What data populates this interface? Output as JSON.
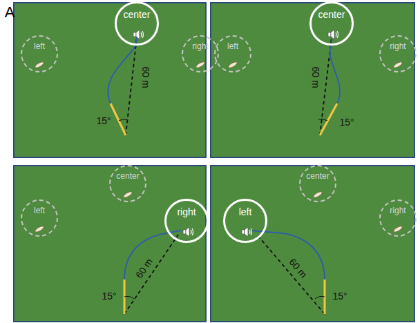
{
  "diagram": {
    "nodes": [
      {
        "text": [
          "left"
        ]
      },
      {
        "text": [
          "center"
        ]
      },
      {
        "text": [
          "right"
        ]
      },
      {
        "text": [
          "left"
        ]
      },
      {
        "text": [
          "center"
        ]
      },
      {
        "text": [
          "right"
        ]
      },
      {
        "text": [
          "left"
        ]
      },
      {
        "text": [
          "center"
        ]
      },
      {
        "text": [
          "right"
        ]
      },
      {
        "text": [
          "left"
        ]
      },
      {
        "text": [
          "center"
        ]
      },
      {
        "text": [
          "right"
        ]
      }
    ],
    "labels": [
      "A",
      "60 m",
      "15°",
      "60 m",
      "15°",
      "60 m",
      "15°",
      "60 m",
      "15°"
    ]
  }
}
